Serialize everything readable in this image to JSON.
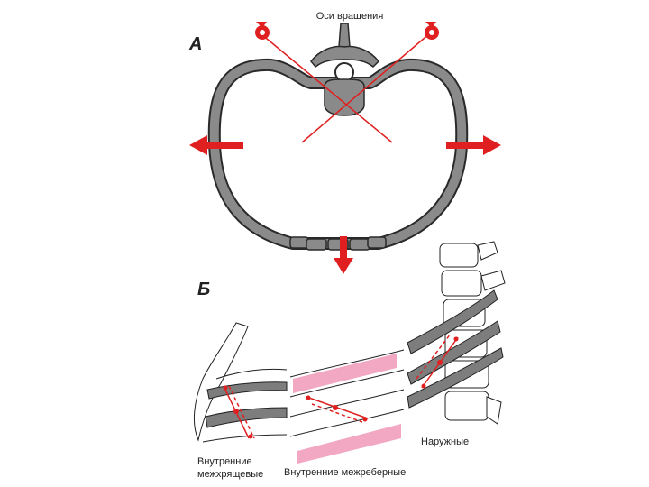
{
  "panel_a": {
    "letter": "А",
    "axes_label": "Оси вращения"
  },
  "panel_b": {
    "letter": "Б",
    "labels": {
      "internal_intercartilaginous_1": "Внутренние",
      "internal_intercartilaginous_2": "межхрящевые",
      "internal_intercostal": "Внутренние межреберные",
      "external": "Наружные"
    }
  },
  "colors": {
    "bone_fill": "#8a8a8a",
    "bone_outline": "#2a2a2a",
    "arrow_red": "#e02020",
    "muscle_pink": "#f2a7c3",
    "rib_band": "#7d7d7d"
  }
}
